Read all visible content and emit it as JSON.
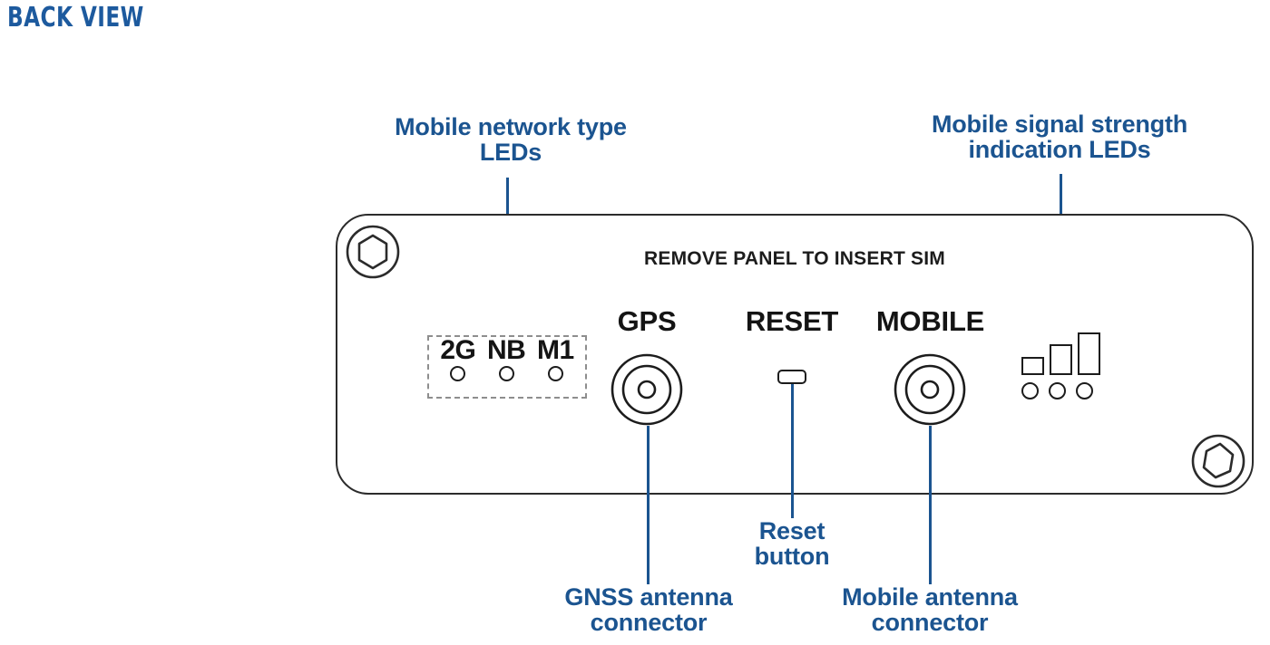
{
  "title": "BACK VIEW",
  "accent_color": "#1b5490",
  "outline_color": "#2b2b2b",
  "dashed_border_color": "#8e8e8e",
  "panel": {
    "silkscreen_text": "REMOVE PANEL TO INSERT SIM",
    "screws": [
      {
        "name": "top-left-hex-screw"
      },
      {
        "name": "bottom-right-hex-screw"
      }
    ],
    "network_leds": {
      "items": [
        {
          "label": "2G",
          "icon": "led-indicator"
        },
        {
          "label": "NB",
          "icon": "led-indicator"
        },
        {
          "label": "M1",
          "icon": "led-indicator"
        }
      ]
    },
    "ports": [
      {
        "caption": "GPS",
        "type": "coaxial-connector"
      },
      {
        "caption": "RESET",
        "type": "push-button"
      },
      {
        "caption": "MOBILE",
        "type": "coaxial-connector"
      }
    ],
    "signal_indicator": {
      "bars": [
        {
          "level": 1,
          "height": 18
        },
        {
          "level": 2,
          "height": 32
        },
        {
          "level": 3,
          "height": 45
        }
      ],
      "dots": [
        {
          "icon": "led-indicator"
        },
        {
          "icon": "led-indicator"
        },
        {
          "icon": "led-indicator"
        }
      ]
    }
  },
  "callouts": [
    {
      "id": "network-type-leds",
      "text": "Mobile network type\nLEDs"
    },
    {
      "id": "signal-strength-leds",
      "text": "Mobile signal strength\nindication LEDs"
    },
    {
      "id": "gnss-antenna-connector",
      "text": "GNSS  antenna\nconnector"
    },
    {
      "id": "reset-button",
      "text": "Reset\nbutton"
    },
    {
      "id": "mobile-antenna-connector",
      "text": "Mobile antenna\nconnector"
    }
  ]
}
